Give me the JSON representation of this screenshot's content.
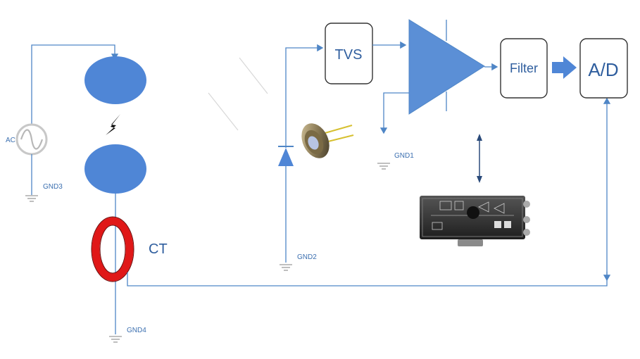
{
  "labels": {
    "ac": "AC",
    "gnd1": "GND1",
    "gnd2": "GND2",
    "gnd3": "GND3",
    "gnd4": "GND4",
    "ct": "CT",
    "tvs": "TVS",
    "filter": "Filter",
    "adc": "A/D"
  },
  "colors": {
    "wire": "#4f86c6",
    "electrode": "#4f86d6",
    "amplifier": "#5b8fd6",
    "ct_ring": "#e01818",
    "box_border": "#333333",
    "label": "#2f5e9e",
    "arrow_fill": "#4f86d6"
  },
  "icons": [
    "lightning-icon",
    "ac-source-icon",
    "ground-icon",
    "diode-icon",
    "photodiode-icon",
    "preamp-module-icon"
  ]
}
